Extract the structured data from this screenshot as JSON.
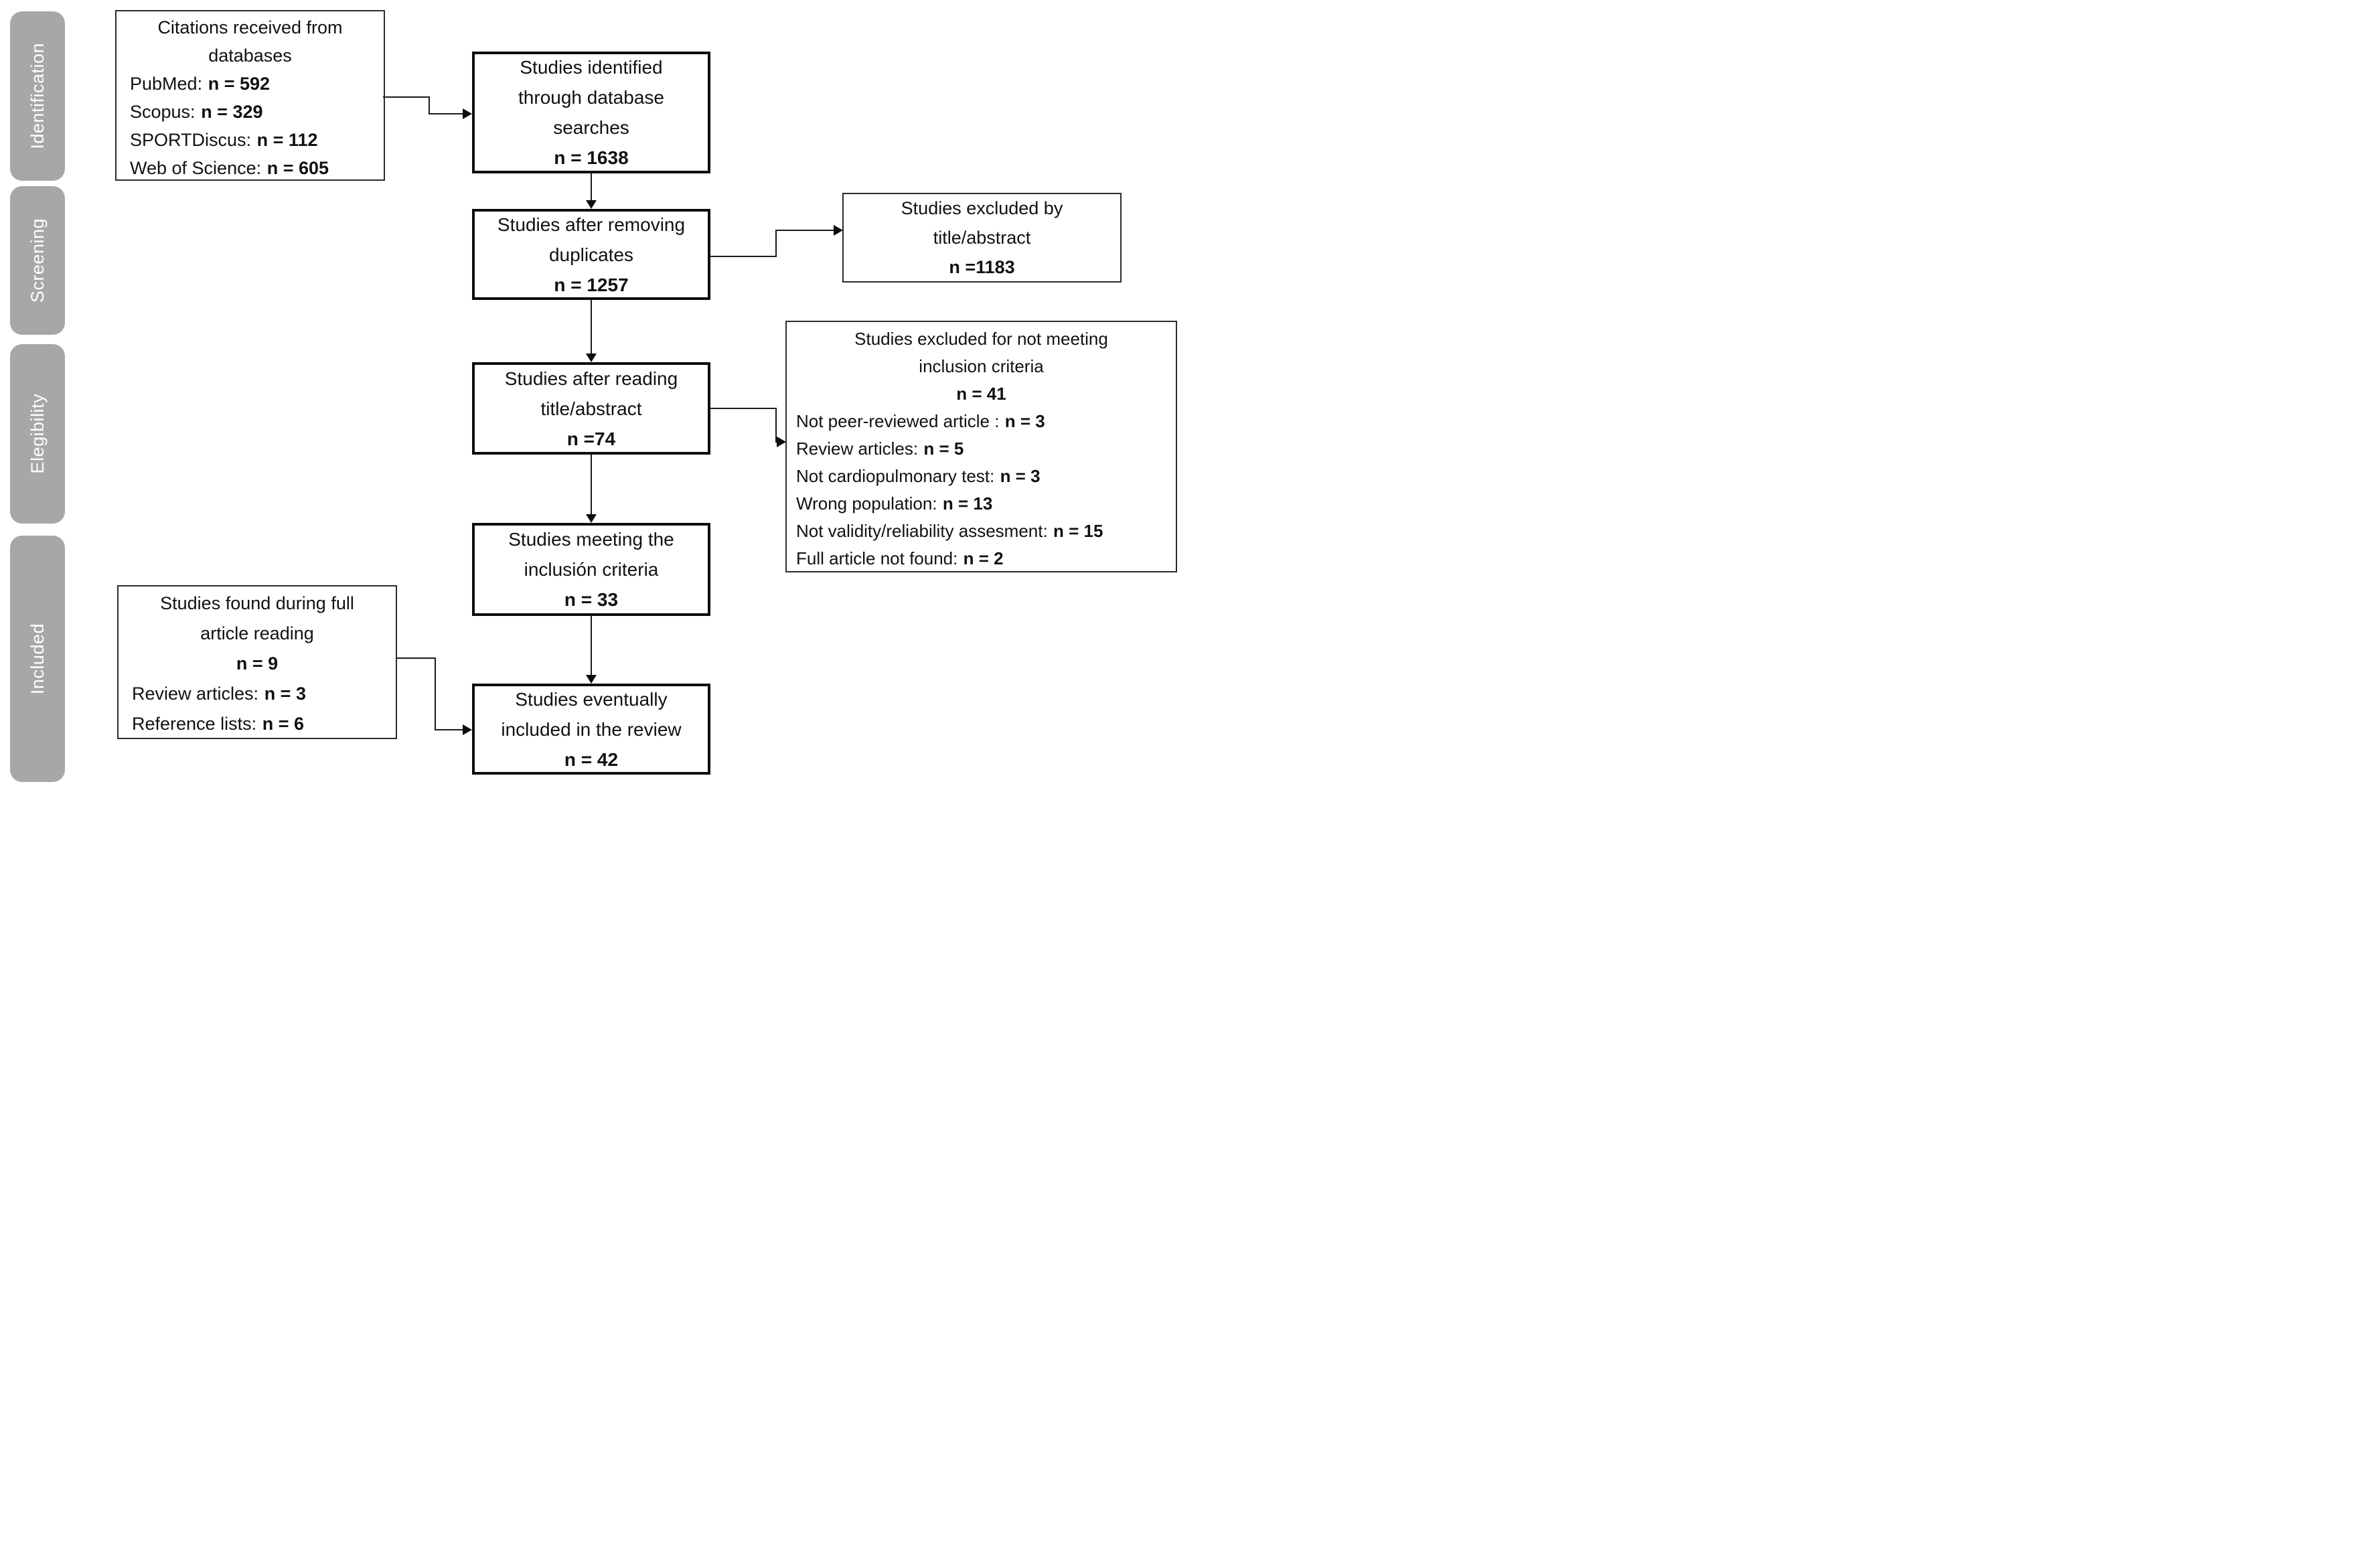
{
  "colors": {
    "background": "#ffffff",
    "sidebar_fill": "#a7a7a7",
    "sidebar_text": "#ffffff",
    "box_border_thick": "#0d0d0d",
    "box_border_thin": "#2b2b2b",
    "connector": "#1a1a1a",
    "text": "#111111"
  },
  "sidebar": {
    "labels": [
      "Identification",
      "Screening",
      "Elegibility",
      "Included"
    ]
  },
  "citations": {
    "title_lines": [
      "Citations received from",
      "databases"
    ],
    "items": [
      {
        "label": "PubMed:",
        "value": "n = 592"
      },
      {
        "label": "Scopus:",
        "value": "n = 329"
      },
      {
        "label": "SPORTDiscus:",
        "value": "n = 112"
      },
      {
        "label": "Web of Science:",
        "value": "n = 605"
      }
    ]
  },
  "boxes": {
    "identified": {
      "lines": [
        "Studies identified",
        "through database",
        "searches"
      ],
      "n": "n = 1638"
    },
    "duplicates": {
      "lines": [
        "Studies after removing",
        "duplicates"
      ],
      "n": "n = 1257"
    },
    "reading": {
      "lines": [
        "Studies after reading",
        "title/abstract"
      ],
      "n": "n =74"
    },
    "inclusion": {
      "lines": [
        "Studies meeting the",
        "inclusión criteria"
      ],
      "n": "n = 33"
    },
    "final": {
      "lines": [
        "Studies eventually",
        "included in the review"
      ],
      "n": "n = 42"
    }
  },
  "excluded_title": {
    "lines": [
      "Studies excluded by",
      "title/abstract"
    ],
    "n": "n =1183"
  },
  "excluded_criteria": {
    "title_lines": [
      "Studies excluded for not meeting",
      "inclusion criteria"
    ],
    "n": "n = 41",
    "items": [
      {
        "label": "Not peer-reviewed article :",
        "value": "n = 3"
      },
      {
        "label": "Review articles:",
        "value": "n = 5"
      },
      {
        "label": "Not cardiopulmonary test:",
        "value": "n = 3"
      },
      {
        "label": "Wrong population:",
        "value": "n = 13"
      },
      {
        "label": "Not validity/reliability assesment:",
        "value": "n = 15"
      },
      {
        "label": "Full article not found:",
        "value": "n = 2"
      }
    ]
  },
  "full_article": {
    "title_lines": [
      "Studies found during full",
      "article reading"
    ],
    "n": "n = 9",
    "items": [
      {
        "label": "Review articles:",
        "value": "n = 3"
      },
      {
        "label": "Reference lists:",
        "value": "n = 6"
      }
    ]
  }
}
